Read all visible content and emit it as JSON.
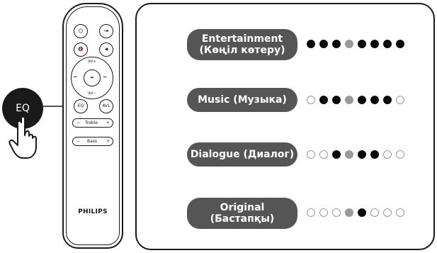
{
  "remote": {
    "brand": "PHILIPS",
    "buttons": {
      "power": "⏻",
      "input": "⇥",
      "mute": "🔇",
      "vol_down_icon": "◀",
      "prev": "⏮",
      "play": "⏯",
      "next": "⏭",
      "eq": "EQ",
      "avl": "AVL"
    },
    "labels": {
      "vol_plus": "Vol+",
      "vol_minus": "Vol−",
      "treble": "Treble",
      "bass": "Bass",
      "minus": "−",
      "plus": "+"
    }
  },
  "callout": {
    "label": "EQ"
  },
  "modes": [
    {
      "line1": "Entertainment",
      "line2": "(Көңіл көтеру)",
      "dots": [
        "on",
        "on",
        "on",
        "mid",
        "on",
        "on",
        "on",
        "on"
      ]
    },
    {
      "line1": "Music (Музыка)",
      "line2": "",
      "dots": [
        "off",
        "on",
        "on",
        "mid",
        "on",
        "on",
        "on",
        "off"
      ]
    },
    {
      "line1": "Dialogue (Диалог)",
      "line2": "",
      "dots": [
        "off",
        "off",
        "on",
        "mid",
        "on",
        "on",
        "off",
        "off"
      ]
    },
    {
      "line1": "Original",
      "line2": "(Бастапқы)",
      "dots": [
        "off",
        "off",
        "off",
        "mid",
        "on",
        "off",
        "off",
        "off"
      ]
    }
  ],
  "colors": {
    "mode_fill": "#555555",
    "arrow": "#b3b3b3",
    "dot_on": "#0a0a0a",
    "dot_mid": "#999999"
  }
}
